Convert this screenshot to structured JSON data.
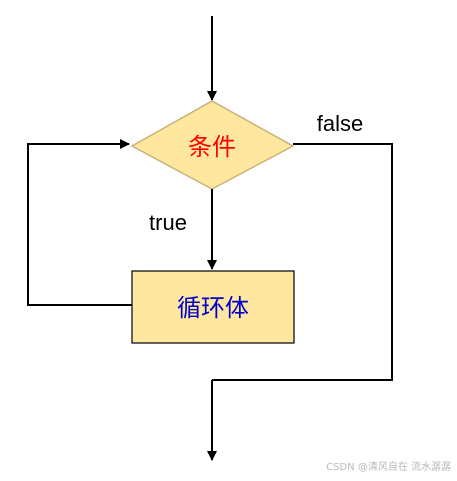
{
  "diagram": {
    "nodes": {
      "condition": {
        "label": "条件",
        "shape": "diamond",
        "fill_color": "#FFE7A0",
        "stroke_color": "#C9B27A",
        "text_color": "#FF0000"
      },
      "loop_body": {
        "label": "循环体",
        "shape": "rectangle",
        "fill_color": "#FFE7A0",
        "stroke_color": "#000000",
        "text_color": "#0000CC"
      }
    },
    "edges": {
      "true_label": "true",
      "false_label": "false",
      "line_color": "#000000"
    }
  },
  "watermark": {
    "text": "CSDN @清风自在 流水潺潺"
  }
}
